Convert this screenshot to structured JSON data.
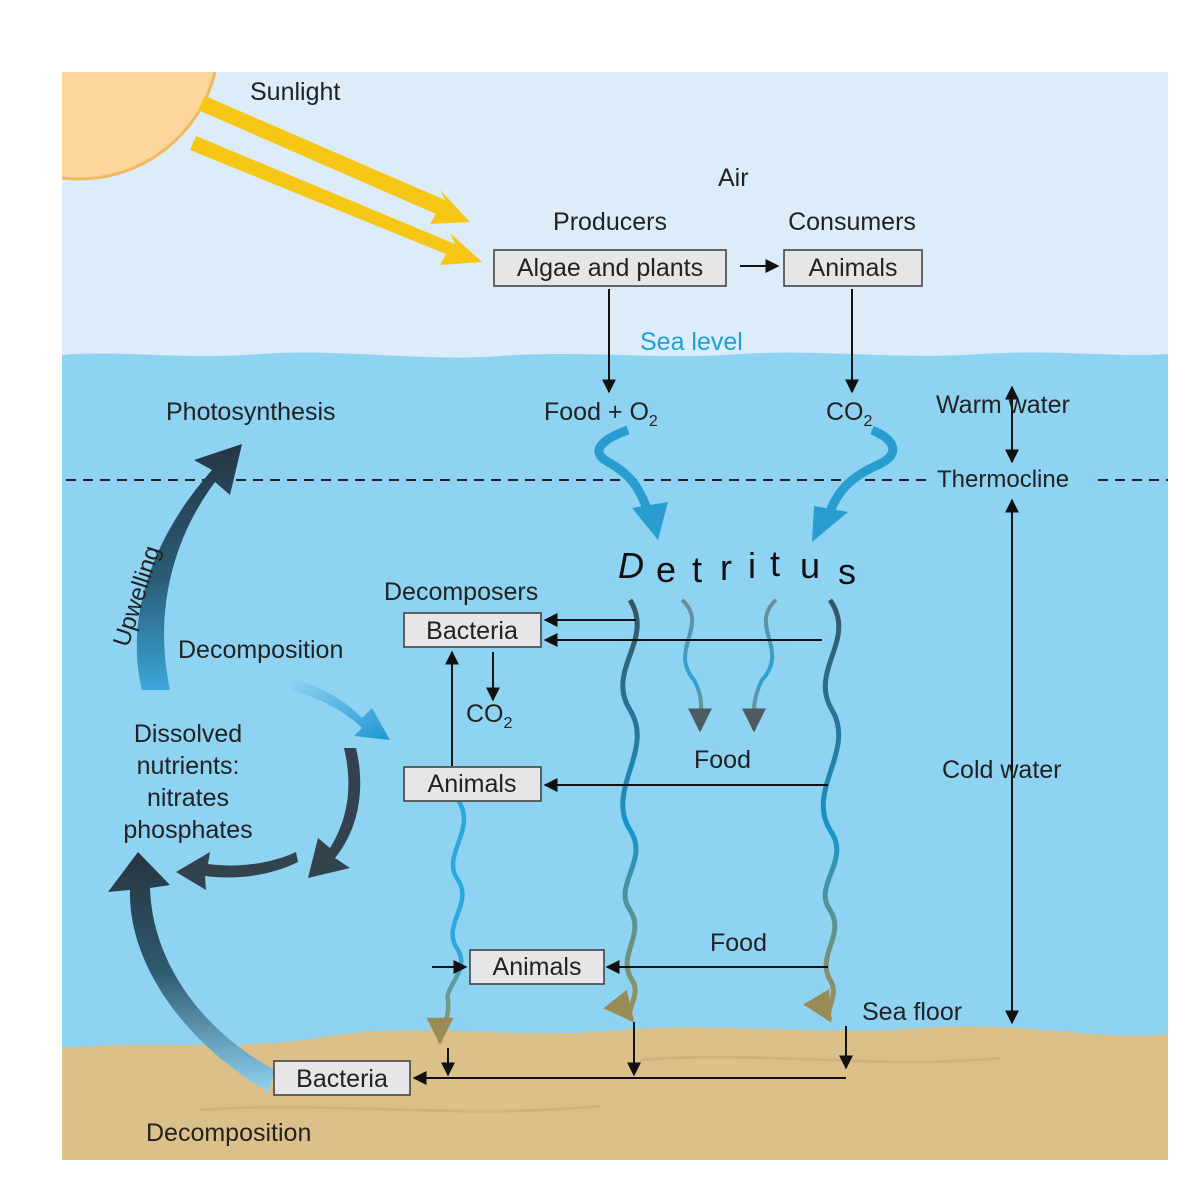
{
  "labels": {
    "sunlight": "Sunlight",
    "air": "Air",
    "producers": "Producers",
    "consumers": "Consumers",
    "algae_plants": "Algae and plants",
    "animals_top": "Animals",
    "sea_level": "Sea level",
    "food_o2_main": "Food + O",
    "food_o2_sub": "2",
    "co2_top_main": "CO",
    "co2_top_sub": "2",
    "warm_water": "Warm water",
    "thermocline": "Thermocline",
    "photosynthesis": "Photosynthesis",
    "upwelling": "Upwelling",
    "detritus": [
      "D",
      "e",
      "t",
      "r",
      "i",
      "t",
      "u",
      "s"
    ],
    "decomposers": "Decomposers",
    "bacteria_mid": "Bacteria",
    "co2_mid_main": "CO",
    "co2_mid_sub": "2",
    "decomposition_mid": "Decomposition",
    "dissolved_1": "Dissolved",
    "dissolved_2": "nutrients:",
    "dissolved_3": "nitrates",
    "dissolved_4": "phosphates",
    "animals_mid": "Animals",
    "food_mid": "Food",
    "cold_water": "Cold water",
    "food_low": "Food",
    "animals_low": "Animals",
    "sea_floor": "Sea floor",
    "bacteria_floor": "Bacteria",
    "decomposition_bottom": "Decomposition"
  },
  "colors": {
    "sky": "#dcecf8",
    "water": "#8fd3f2",
    "sand": "#dcc08a",
    "sun": "#fcd69a",
    "sun_rays": "#f6c615",
    "sea_level_text": "#1aa2d8",
    "dark_arrow": "#33434e",
    "blue_arrow": "#2a9dd0"
  }
}
